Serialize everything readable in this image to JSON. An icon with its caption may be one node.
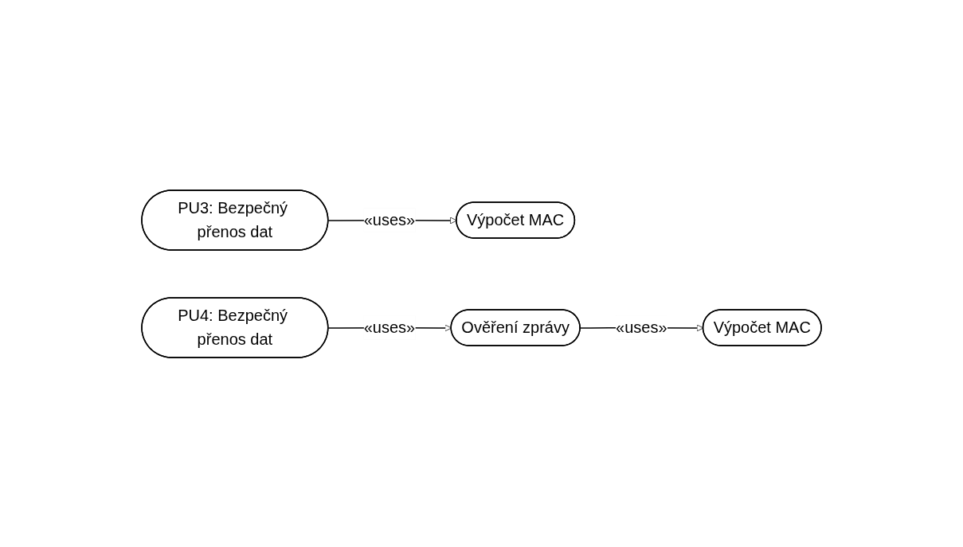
{
  "diagram": {
    "nodes": [
      {
        "text": [
          "PU3: Bezpečný přenos dat"
        ]
      },
      {
        "text": [
          "Výpočet MAC"
        ]
      },
      {
        "text": [
          "PU4: Bezpečný přenos dat"
        ]
      },
      {
        "text": [
          "Ověření zprávy"
        ]
      },
      {
        "text": [
          "Výpočet MAC"
        ]
      }
    ],
    "edges": [
      {
        "from": 0,
        "to": 1,
        "arrow": "to",
        "label": "«uses»"
      },
      {
        "from": 2,
        "to": 3,
        "arrow": "to",
        "label": "«uses»"
      },
      {
        "from": 3,
        "to": 4,
        "arrow": "to",
        "label": "«uses»"
      }
    ]
  }
}
